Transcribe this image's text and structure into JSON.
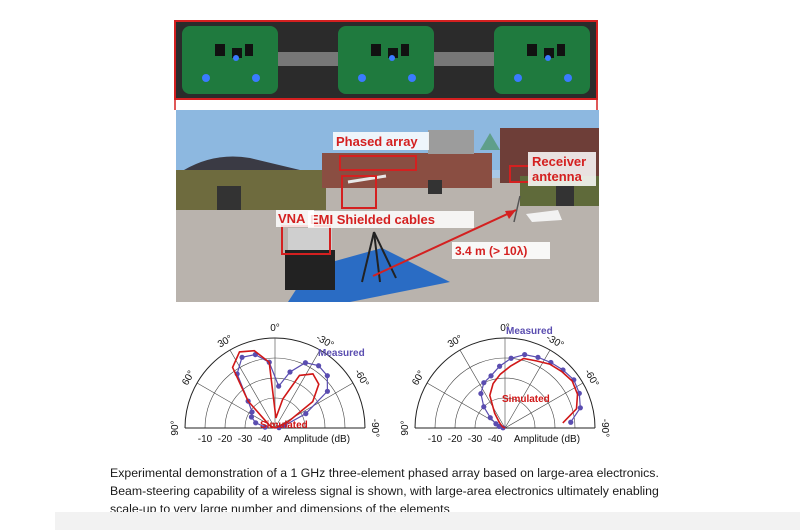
{
  "caption": {
    "lines": [
      "Experimental demonstration of a 1 GHz three-element phased array based on large-area electronics.",
      "Beam-steering capability of a wireless signal is shown, with large-area electronics ultimately enabling",
      "scale-up to very large number and dimensions of the elements"
    ]
  },
  "photo_labels": {
    "phased_array": "Phased array",
    "receiver_antenna_1": "Receiver",
    "receiver_antenna_2": "antenna",
    "emi_cables": "EMI Shielded cables",
    "vna": "VNA",
    "distance": "3.4 m (> 10λ)"
  },
  "colors": {
    "label_red": "#d42020",
    "measured": "#5a4db0",
    "simulated": "#d01818",
    "tarp_blue": "#2a6cc4",
    "board_green": "#1f7a3e"
  },
  "chart_data": [
    {
      "type": "line",
      "polar": true,
      "angle_ticks": [
        "90°",
        "60°",
        "30°",
        "0°",
        "-30°",
        "-60°",
        "-90°"
      ],
      "radial_ticks": [
        "-10",
        "-20",
        "-30",
        "-40"
      ],
      "radial_label": "Amplitude (dB)",
      "rlim": [
        -45,
        0
      ],
      "annotations": [
        "Measured",
        "Simulated"
      ],
      "series": [
        {
          "name": "Measured",
          "angles": [
            -85,
            -75,
            -65,
            -55,
            -45,
            -35,
            -25,
            -15,
            -5,
            5,
            15,
            25,
            35,
            45,
            55,
            65,
            75,
            85
          ],
          "values": [
            -43,
            -40,
            -28,
            -13,
            -8,
            -7,
            -9,
            -16,
            -24,
            -12,
            -7,
            -6,
            -12,
            -26,
            -31,
            -32,
            -35,
            -40
          ]
        },
        {
          "name": "Simulated",
          "angles": [
            -85,
            -75,
            -65,
            -55,
            -45,
            -35,
            -25,
            -15,
            -5,
            5,
            15,
            25,
            35,
            45,
            55,
            65,
            75,
            85
          ],
          "values": [
            -45,
            -44,
            -38,
            -22,
            -14,
            -12,
            -16,
            -30,
            -40,
            -12,
            -5,
            -3,
            -8,
            -26,
            -40,
            -42,
            -44,
            -45
          ]
        }
      ]
    },
    {
      "type": "line",
      "polar": true,
      "angle_ticks": [
        "90°",
        "60°",
        "30°",
        "0°",
        "-30°",
        "-60°",
        "-90°"
      ],
      "radial_ticks": [
        "-10",
        "-20",
        "-30",
        "-40"
      ],
      "radial_label": "Amplitude (dB)",
      "rlim": [
        -45,
        0
      ],
      "annotations": [
        "Measured",
        "Simulated"
      ],
      "series": [
        {
          "name": "Measured",
          "angles": [
            -85,
            -75,
            -65,
            -55,
            -45,
            -35,
            -25,
            -15,
            -5,
            5,
            15,
            25,
            35,
            45,
            55,
            65,
            75,
            85
          ],
          "values": [
            -12,
            -6,
            -4,
            -3,
            -4,
            -5,
            -6,
            -7,
            -10,
            -14,
            -18,
            -20,
            -24,
            -30,
            -36,
            -40,
            -42,
            -44
          ]
        },
        {
          "name": "Simulated",
          "angles": [
            -85,
            -75,
            -65,
            -55,
            -45,
            -35,
            -25,
            -15,
            -5,
            5,
            15,
            25,
            35,
            45,
            55,
            65,
            75,
            85
          ],
          "values": [
            -16,
            -8,
            -5,
            -4,
            -5,
            -6,
            -8,
            -9,
            -14,
            -18,
            -22,
            -27,
            -36,
            -41,
            -43,
            -44,
            -45,
            -45
          ]
        }
      ]
    }
  ]
}
